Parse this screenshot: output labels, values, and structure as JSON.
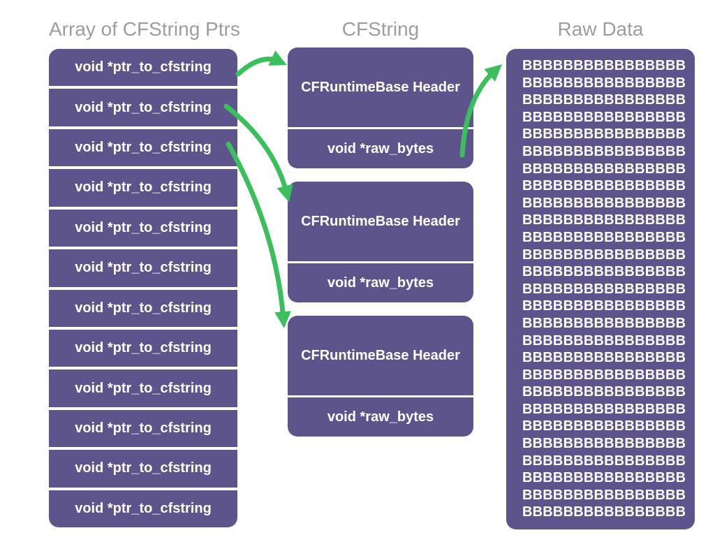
{
  "headings": {
    "left": "Array of CFString Ptrs",
    "middle": "CFString",
    "right": "Raw Data"
  },
  "pointer_array": {
    "cells": [
      "void *ptr_to_cfstring",
      "void *ptr_to_cfstring",
      "void *ptr_to_cfstring",
      "void *ptr_to_cfstring",
      "void *ptr_to_cfstring",
      "void *ptr_to_cfstring",
      "void *ptr_to_cfstring",
      "void *ptr_to_cfstring",
      "void *ptr_to_cfstring",
      "void *ptr_to_cfstring",
      "void *ptr_to_cfstring",
      "void *ptr_to_cfstring"
    ]
  },
  "cfstrings": [
    {
      "header": "CFRuntimeBase Header",
      "field": "void *raw_bytes"
    },
    {
      "header": "CFRuntimeBase Header",
      "field": "void *raw_bytes"
    },
    {
      "header": "CFRuntimeBase Header",
      "field": "void *raw_bytes"
    }
  ],
  "raw_data": {
    "lines": [
      "BBBBBBBBBBBBBBBB",
      "BBBBBBBBBBBBBBBB",
      "BBBBBBBBBBBBBBBB",
      "BBBBBBBBBBBBBBBB",
      "BBBBBBBBBBBBBBBB",
      "BBBBBBBBBBBBBBBB",
      "BBBBBBBBBBBBBBBB",
      "BBBBBBBBBBBBBBBB",
      "BBBBBBBBBBBBBBBB",
      "BBBBBBBBBBBBBBBB",
      "BBBBBBBBBBBBBBBB",
      "BBBBBBBBBBBBBBBB",
      "BBBBBBBBBBBBBBBB",
      "BBBBBBBBBBBBBBBB",
      "BBBBBBBBBBBBBBBB",
      "BBBBBBBBBBBBBBBB",
      "BBBBBBBBBBBBBBBB",
      "BBBBBBBBBBBBBBBB",
      "BBBBBBBBBBBBBBBB",
      "BBBBBBBBBBBBBBBB",
      "BBBBBBBBBBBBBBBB",
      "BBBBBBBBBBBBBBBB",
      "BBBBBBBBBBBBBBBB",
      "BBBBBBBBBBBBBBBB",
      "BBBBBBBBBBBBBBBB",
      "BBBBBBBBBBBBBBBB",
      "BBBBBBBBBBBBBBBB"
    ]
  },
  "arrows": [
    {
      "from": "pointer-cell-1",
      "to": "cfstring-struct-1"
    },
    {
      "from": "pointer-cell-2",
      "to": "cfstring-struct-2"
    },
    {
      "from": "pointer-cell-3",
      "to": "cfstring-struct-3"
    },
    {
      "from": "cfstring-1-raw-bytes",
      "to": "raw-data-box"
    }
  ],
  "colors": {
    "box_purple": "#5e548c",
    "arrow_green": "#3abf5c",
    "heading_gray": "#9d9d9d",
    "label_white": "#ffffff",
    "background": "#ffffff"
  }
}
